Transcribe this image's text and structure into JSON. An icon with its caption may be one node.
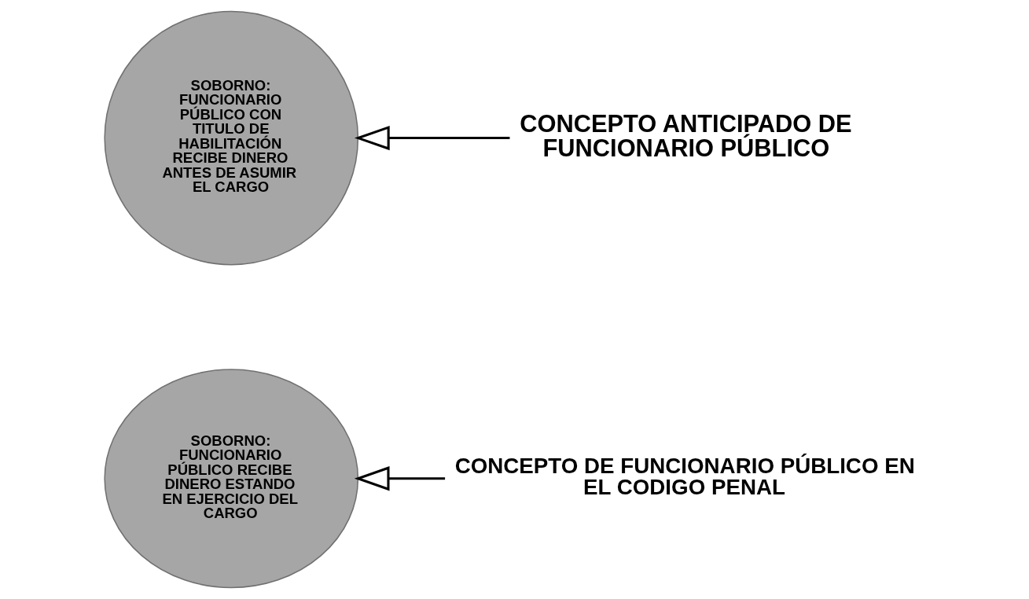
{
  "diagram": {
    "nodes": [
      {
        "text": [
          "SOBORNO: FUNCIONARIO PÚBLICO RECIBE DINERO ESTANDO EN EJERCICIO DEL CARGO"
        ]
      },
      {
        "text": [
          "CONCEPTO DE FUNCIONARIO PÚBLICO EN EL CODIGO PENAL"
        ]
      },
      {
        "text": [
          "SOBORNO: FUNCIONARIO PÚBLICO CON TITULO DE HABILITACIÓN RECIBE DINERO ANTES DE ASUMIR EL CARGO"
        ]
      },
      {
        "text": [
          "CONCEPTO ANTICIPADO DE FUNCIONARIO PÚBLICO"
        ]
      }
    ],
    "edges": [
      {
        "from": 1,
        "to": 0,
        "arrow": "to"
      },
      {
        "from": 3,
        "to": 2,
        "arrow": "to"
      }
    ]
  }
}
